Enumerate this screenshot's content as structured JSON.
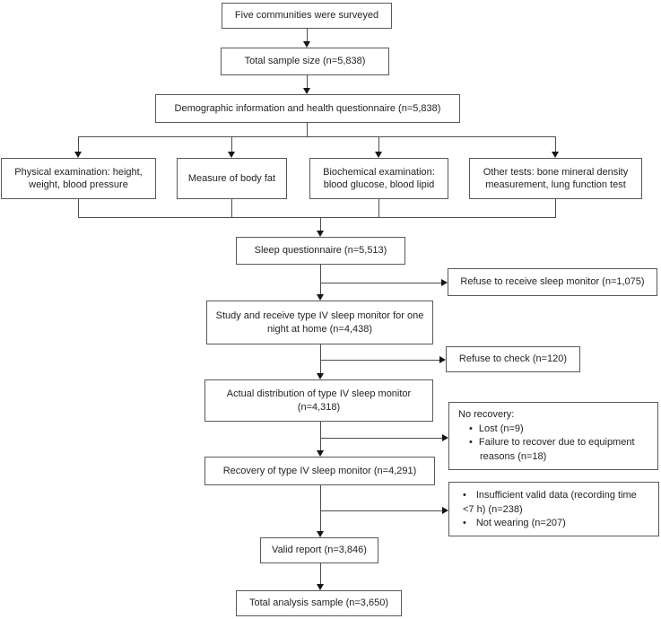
{
  "figure": {
    "background": "#ffffff",
    "box_border_color": "#58595b",
    "line_color": "#4d4d4f",
    "arrow_color": "#161616",
    "text_color": "#232323"
  },
  "glyphs": {
    "bullet": "•"
  },
  "boxes": {
    "five_communities": "Five communities were surveyed",
    "total_sample": "Total sample size (n=5,838)",
    "demographic": "Demographic information and health questionnaire (n=5,838)",
    "physical": "Physical examination: height, weight, blood pressure",
    "body_fat": "Measure of body fat",
    "biochemical": "Biochemical examination: blood glucose, blood lipid",
    "other_tests": "Other tests: bone mineral density measurement, lung function test",
    "sleep_questionnaire": "Sleep questionnaire (n=5,513)",
    "refuse_receive": "Refuse to receive sleep monitor (n=1,075)",
    "study_receive": "Study and receive type IV sleep monitor for one night at home (n=4,438)",
    "refuse_check": "Refuse to check (n=120)",
    "actual_distribution": "Actual distribution of type IV sleep monitor (n=4,318)",
    "no_recovery": {
      "title": "No recovery:",
      "items": [
        "Lost (n=9)",
        "Failure to recover due to equipment reasons (n=18)"
      ]
    },
    "recovery": "Recovery of type IV sleep monitor (n=4,291)",
    "exclusions": {
      "items": [
        "Insufficient valid data (recording time <7 h) (n=238)",
        "Not wearing (n=207)"
      ]
    },
    "valid_report": "Valid report (n=3,846)",
    "total_analysis": "Total analysis sample (n=3,650)"
  }
}
